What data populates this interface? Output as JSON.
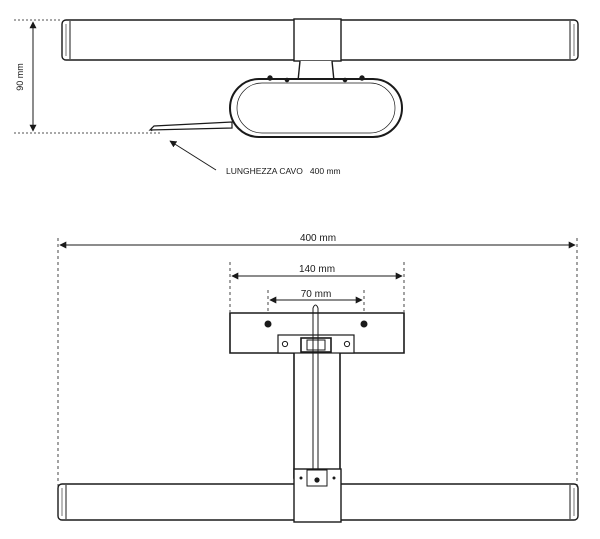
{
  "dimensions": {
    "height": "90 mm",
    "cable": "LUNGHEZZA CAVO   400 mm",
    "total_width": "400 mm",
    "plate_width": "140 mm",
    "hole_spacing": "70 mm"
  },
  "colors": {
    "stroke": "#1a1a1a",
    "body_fill": "#ffffff",
    "hole_fill": "#1a1a1a"
  }
}
